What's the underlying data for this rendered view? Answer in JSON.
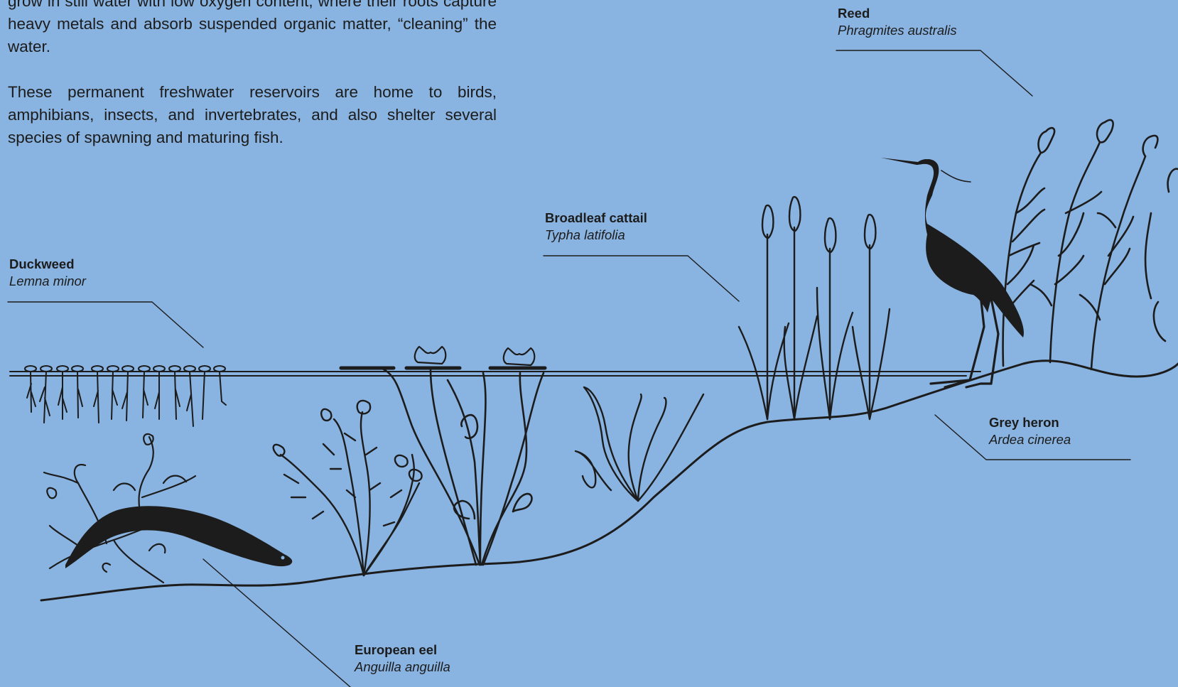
{
  "intro": {
    "p1": "grow in still water with low oxygen content, where their roots capture heavy metals and absorb suspended organic matter, “cleaning” the water.",
    "p2": "These permanent freshwater reservoirs are home to birds, amphibians, insects, and invertebrates, and also shelter several species of spawning and maturing fish."
  },
  "labels": {
    "reed": {
      "common": "Reed",
      "latin": "Phragmites australis"
    },
    "cattail": {
      "common": "Broadleaf cattail",
      "latin": "Typha latifolia"
    },
    "duckweed": {
      "common": "Duckweed",
      "latin": "Lemna minor"
    },
    "heron": {
      "common": "Grey heron",
      "latin": "Ardea cinerea"
    },
    "eel": {
      "common": "European eel",
      "latin": "Anguilla anguilla"
    }
  },
  "colors": {
    "background": "#89b3e0",
    "ink": "#1c1c1c"
  }
}
